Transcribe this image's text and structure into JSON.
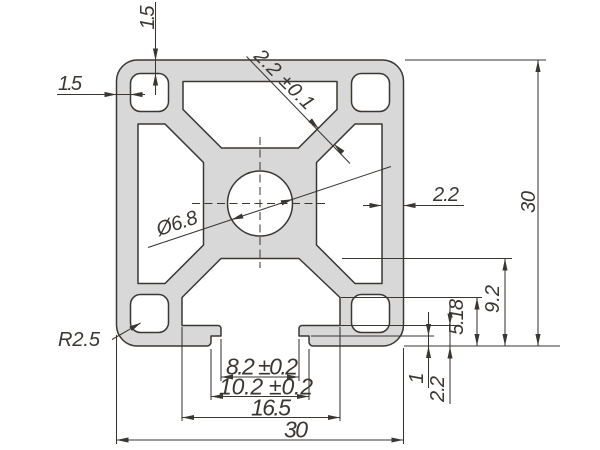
{
  "drawing": {
    "description": "Technical cross-section drawing of a 30x30 aluminium extrusion profile with one bottom T-slot",
    "colors": {
      "profile_fill": "#d8d8d8",
      "line": "#3a3632",
      "background": "#ffffff"
    },
    "dims": {
      "top_wall": "1.5",
      "left_wall": "1.5",
      "web": "2.2 ±0.1",
      "hole": "Ø6.8",
      "right_wall": "2.2",
      "height": "30",
      "corner_radius": "R2.5",
      "slot_depth": "9.2",
      "flank_height": "5.18",
      "step": "1",
      "lip": "2.2",
      "opening": "8.2 ±0.2",
      "step_width": "10.2 ±0.2",
      "inner_width": "16.5",
      "width": "30"
    }
  }
}
